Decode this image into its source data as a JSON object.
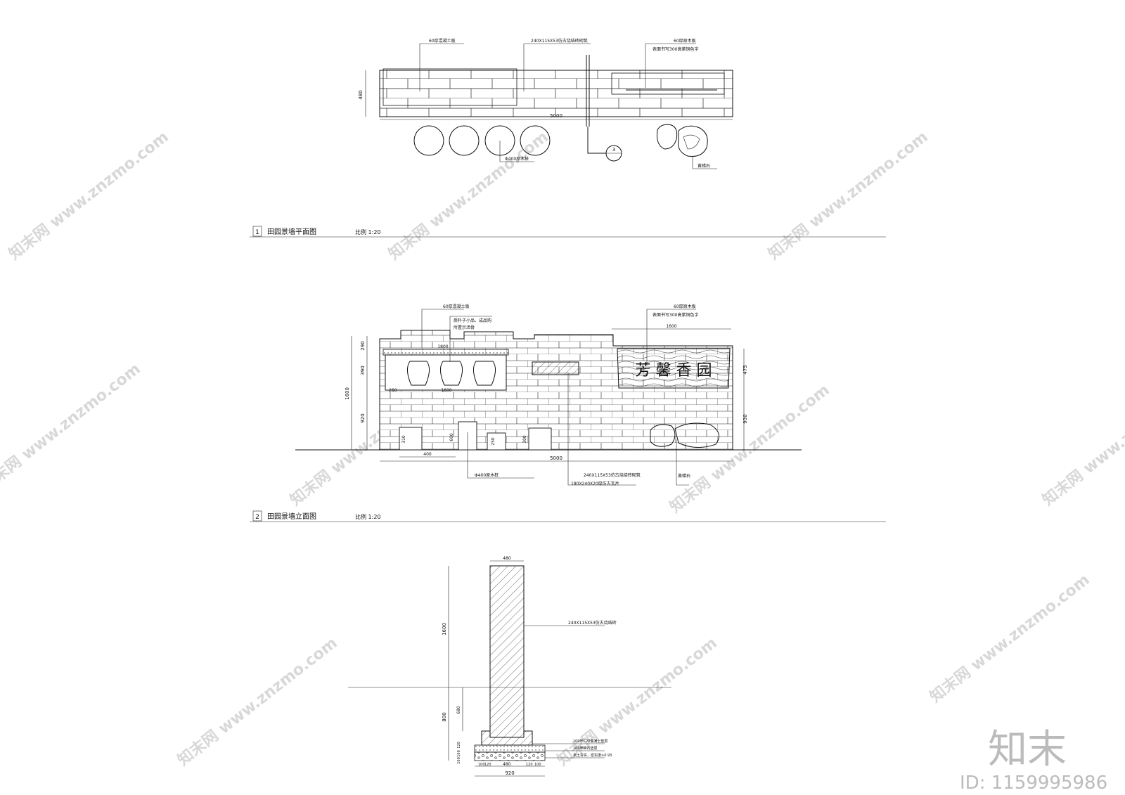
{
  "plan": {
    "title_num": "1",
    "title": "田园景墙平面图",
    "scale": "比例 1:20",
    "label_concrete": "60厚混凝土板",
    "label_brick": "240X115X53仿古烧结砖砌筑",
    "label_wood1": "60厚原木板",
    "label_wood2": "表面书写300高紫铜色字",
    "dim_width": "5000",
    "dim_depth": "480",
    "label_log": "Φ400原木桩",
    "label_stone": "黄蜡石",
    "section_mark": "3"
  },
  "elevation": {
    "title_num": "2",
    "title": "田园景墙立面图",
    "scale": "比例 1:20",
    "label_concrete": "60厚混凝土板",
    "label_jars1": "质朴子小品、成品购",
    "label_jars2": "所置示活骨",
    "label_wood1": "60厚原木板",
    "label_wood2": "表面书写300高紫铜色字",
    "sign_text": "芳 馨 香 园",
    "dim_1600": "1600",
    "dim_1800": "1800",
    "dim_290": "290",
    "dim_390": "390",
    "dim_920": "920",
    "dim_total": "1600",
    "dim_475": "475",
    "dim_930": "930",
    "dim_400": "400",
    "dim_600": "600",
    "dim_250": "250",
    "dim_300": "300",
    "dim_310": "310",
    "dim_260": "260",
    "dim_width": "5000",
    "label_log": "Φ400原木桩",
    "label_brick": "240X115X53仿古烧结砖砌筑",
    "label_tile": "180X240X20厚仿古瓦片",
    "label_stone": "黄蜡石"
  },
  "section": {
    "dim_top": "480",
    "dim_height": "1600",
    "dim_800": "800",
    "dim_680": "680",
    "dim_100a": "100",
    "dim_100b": "100",
    "dim_120": "120",
    "label_brick": "240X115X53仿古烧结砖",
    "label_base1": "100厚C20混凝土垫层",
    "label_base2": "100厚碎石垫层",
    "label_base3": "素土夯实，密实度≥0.93",
    "dim_b1": "100",
    "dim_b2": "120",
    "dim_b3": "480",
    "dim_b4": "120",
    "dim_b5": "100",
    "dim_base": "920"
  },
  "watermark": {
    "text": "知末网 www.znzmo.com",
    "brand": "知末",
    "id": "ID: 1159995986"
  }
}
